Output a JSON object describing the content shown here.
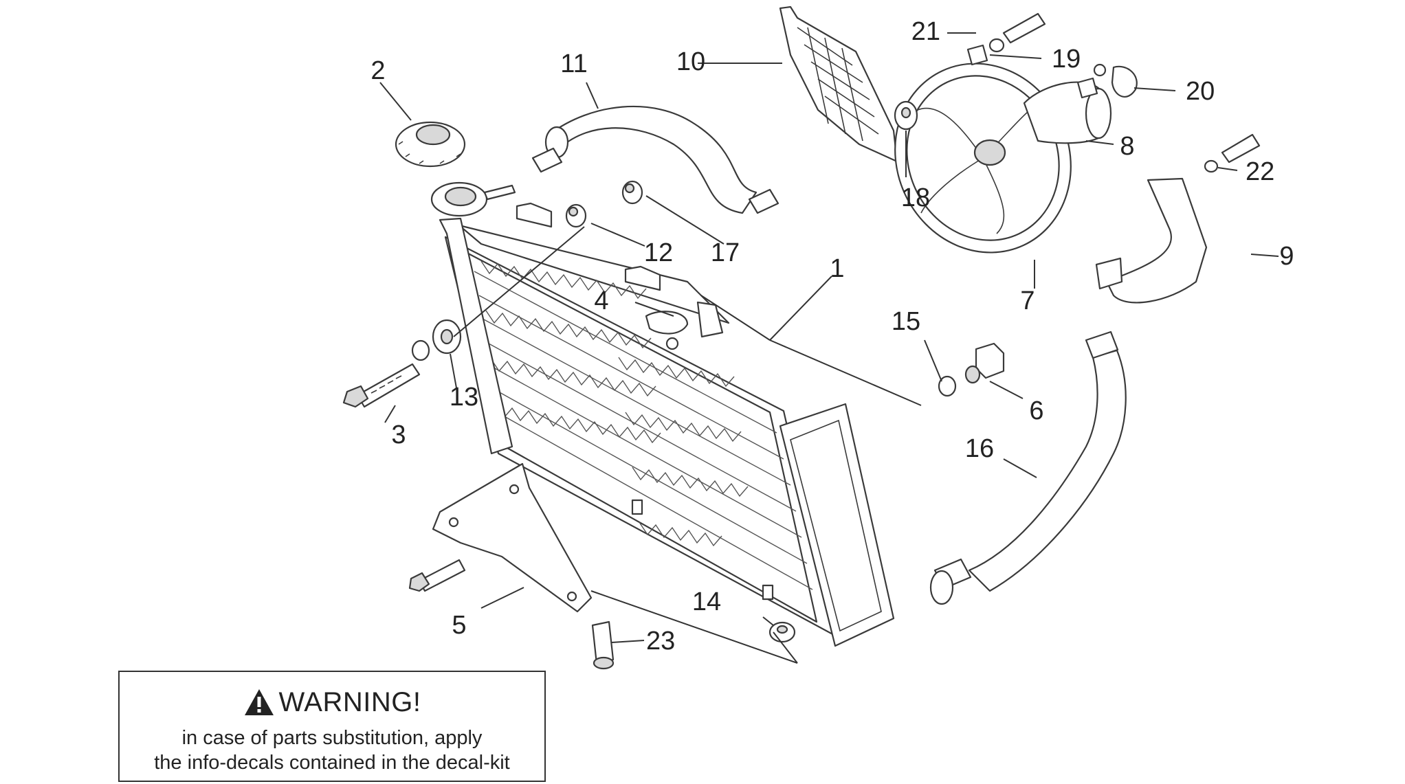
{
  "diagram": {
    "callouts": [
      "1",
      "2",
      "3",
      "4",
      "5",
      "6",
      "7",
      "8",
      "9",
      "10",
      "11",
      "12",
      "13",
      "14",
      "15",
      "16",
      "17",
      "18",
      "19",
      "20",
      "21",
      "22",
      "23"
    ]
  },
  "warning": {
    "icon": "warning-triangle-icon",
    "title": "WARNING!",
    "line1": "in case of parts substitution, apply",
    "line2": "the info-decals contained in the decal-kit"
  }
}
